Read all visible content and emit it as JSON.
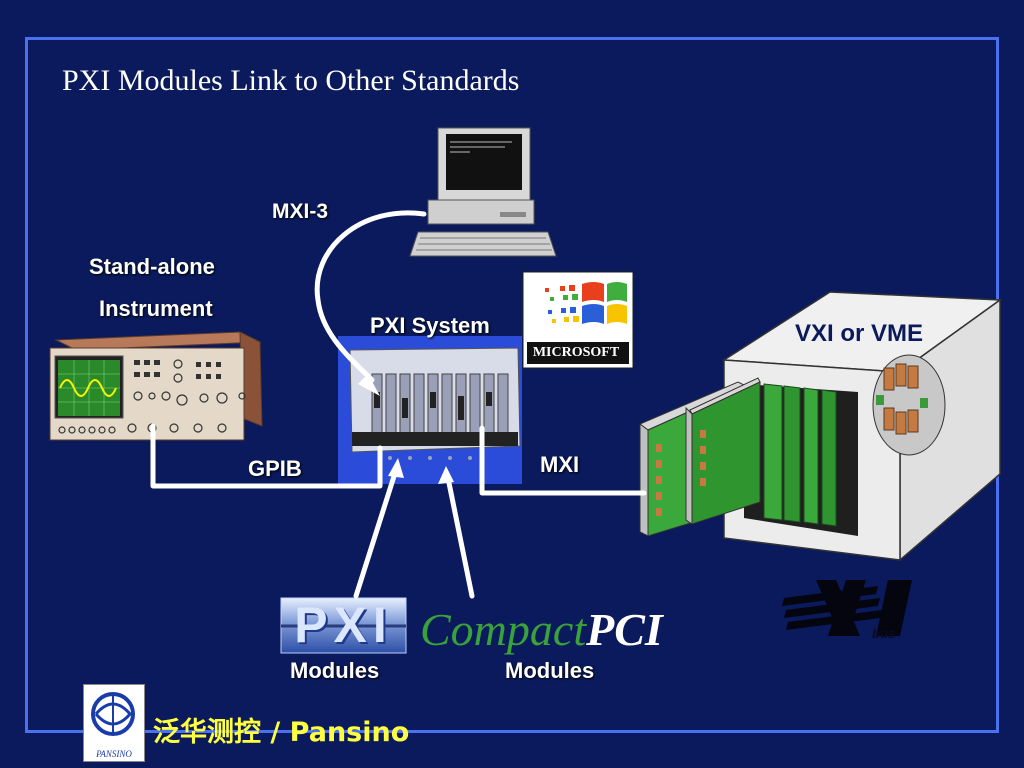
{
  "slide": {
    "title": "PXI Modules Link to Other Standards"
  },
  "labels": {
    "mxi3": "MXI-3",
    "standalone_line1": "Stand-alone",
    "standalone_line2": "Instrument",
    "pxi_system": "PXI System",
    "vxi_vme": "VXI or VME",
    "gpib": "GPIB",
    "mxi": "MXI",
    "modules_left": "Modules",
    "modules_right": "Modules"
  },
  "logos": {
    "microsoft": "MICROSOFT",
    "compact": "Compact",
    "pci": "PCI",
    "vxi_bus": "bus",
    "pxi": "PXI",
    "pansino_badge": "PANSINO"
  },
  "footer": {
    "brand": "泛华测控 / Pansino"
  },
  "colors": {
    "background": "#0a1a5c",
    "frame": "#4a72f0",
    "accent_yellow": "#ffff40",
    "compact_green": "#3aa23a",
    "connector_white": "#ffffff"
  },
  "icons": {
    "computer": "desktop-computer-icon",
    "instrument": "oscilloscope-icon",
    "chassis": "pxi-chassis-icon",
    "vxi_mainframe": "vxi-mainframe-icon"
  }
}
